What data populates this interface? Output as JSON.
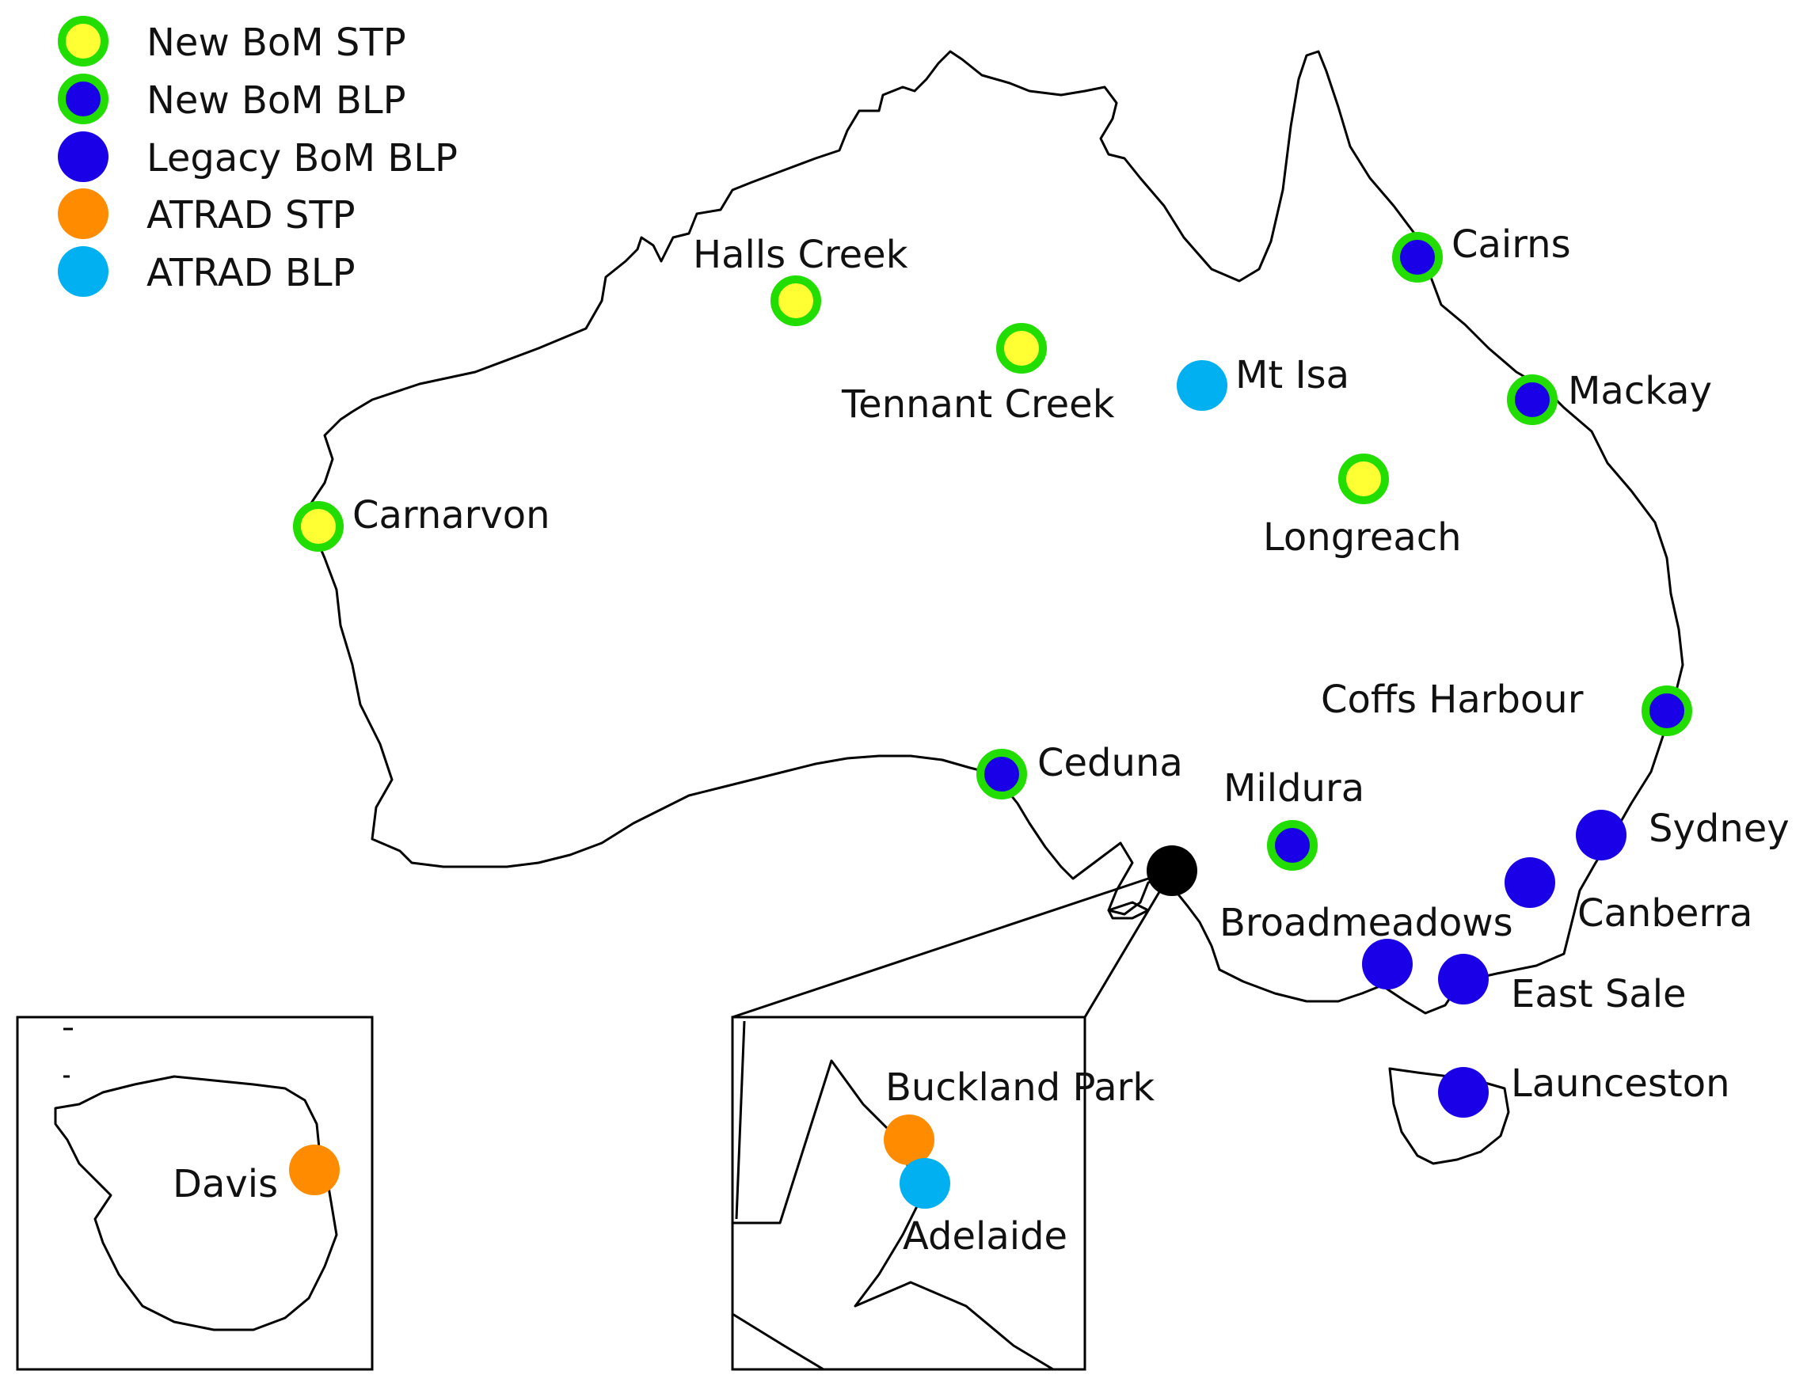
{
  "colors": {
    "stp_new_fill": "#ffff33",
    "new_ring": "#22dd00",
    "bom_blp": "#1a00e6",
    "atrad_stp": "#ff8c00",
    "atrad_blp": "#00b0f0",
    "junction": "#000000"
  },
  "legend": [
    {
      "id": "new-bom-stp",
      "label": "New BoM STP"
    },
    {
      "id": "new-bom-blp",
      "label": "New BoM BLP"
    },
    {
      "id": "legacy-bom-blp",
      "label": "Legacy BoM BLP"
    },
    {
      "id": "atrad-stp",
      "label": "ATRAD STP"
    },
    {
      "id": "atrad-blp",
      "label": "ATRAD BLP"
    }
  ],
  "sites": [
    {
      "name": "Halls Creek",
      "type": "new-bom-stp"
    },
    {
      "name": "Tennant Creek",
      "type": "new-bom-stp"
    },
    {
      "name": "Mt Isa",
      "type": "atrad-blp"
    },
    {
      "name": "Cairns",
      "type": "new-bom-blp"
    },
    {
      "name": "Mackay",
      "type": "new-bom-blp"
    },
    {
      "name": "Longreach",
      "type": "new-bom-stp"
    },
    {
      "name": "Carnarvon",
      "type": "new-bom-stp"
    },
    {
      "name": "Coffs Harbour",
      "type": "new-bom-blp"
    },
    {
      "name": "Ceduna",
      "type": "new-bom-blp"
    },
    {
      "name": "Mildura",
      "type": "new-bom-blp"
    },
    {
      "name": "Sydney",
      "type": "legacy-bom-blp"
    },
    {
      "name": "Canberra",
      "type": "legacy-bom-blp"
    },
    {
      "name": "Broadmeadows",
      "type": "legacy-bom-blp"
    },
    {
      "name": "East Sale",
      "type": "legacy-bom-blp"
    },
    {
      "name": "Launceston",
      "type": "legacy-bom-blp"
    },
    {
      "name": "Davis",
      "type": "atrad-stp"
    },
    {
      "name": "Buckland Park",
      "type": "atrad-stp"
    },
    {
      "name": "Adelaide",
      "type": "atrad-blp"
    }
  ]
}
